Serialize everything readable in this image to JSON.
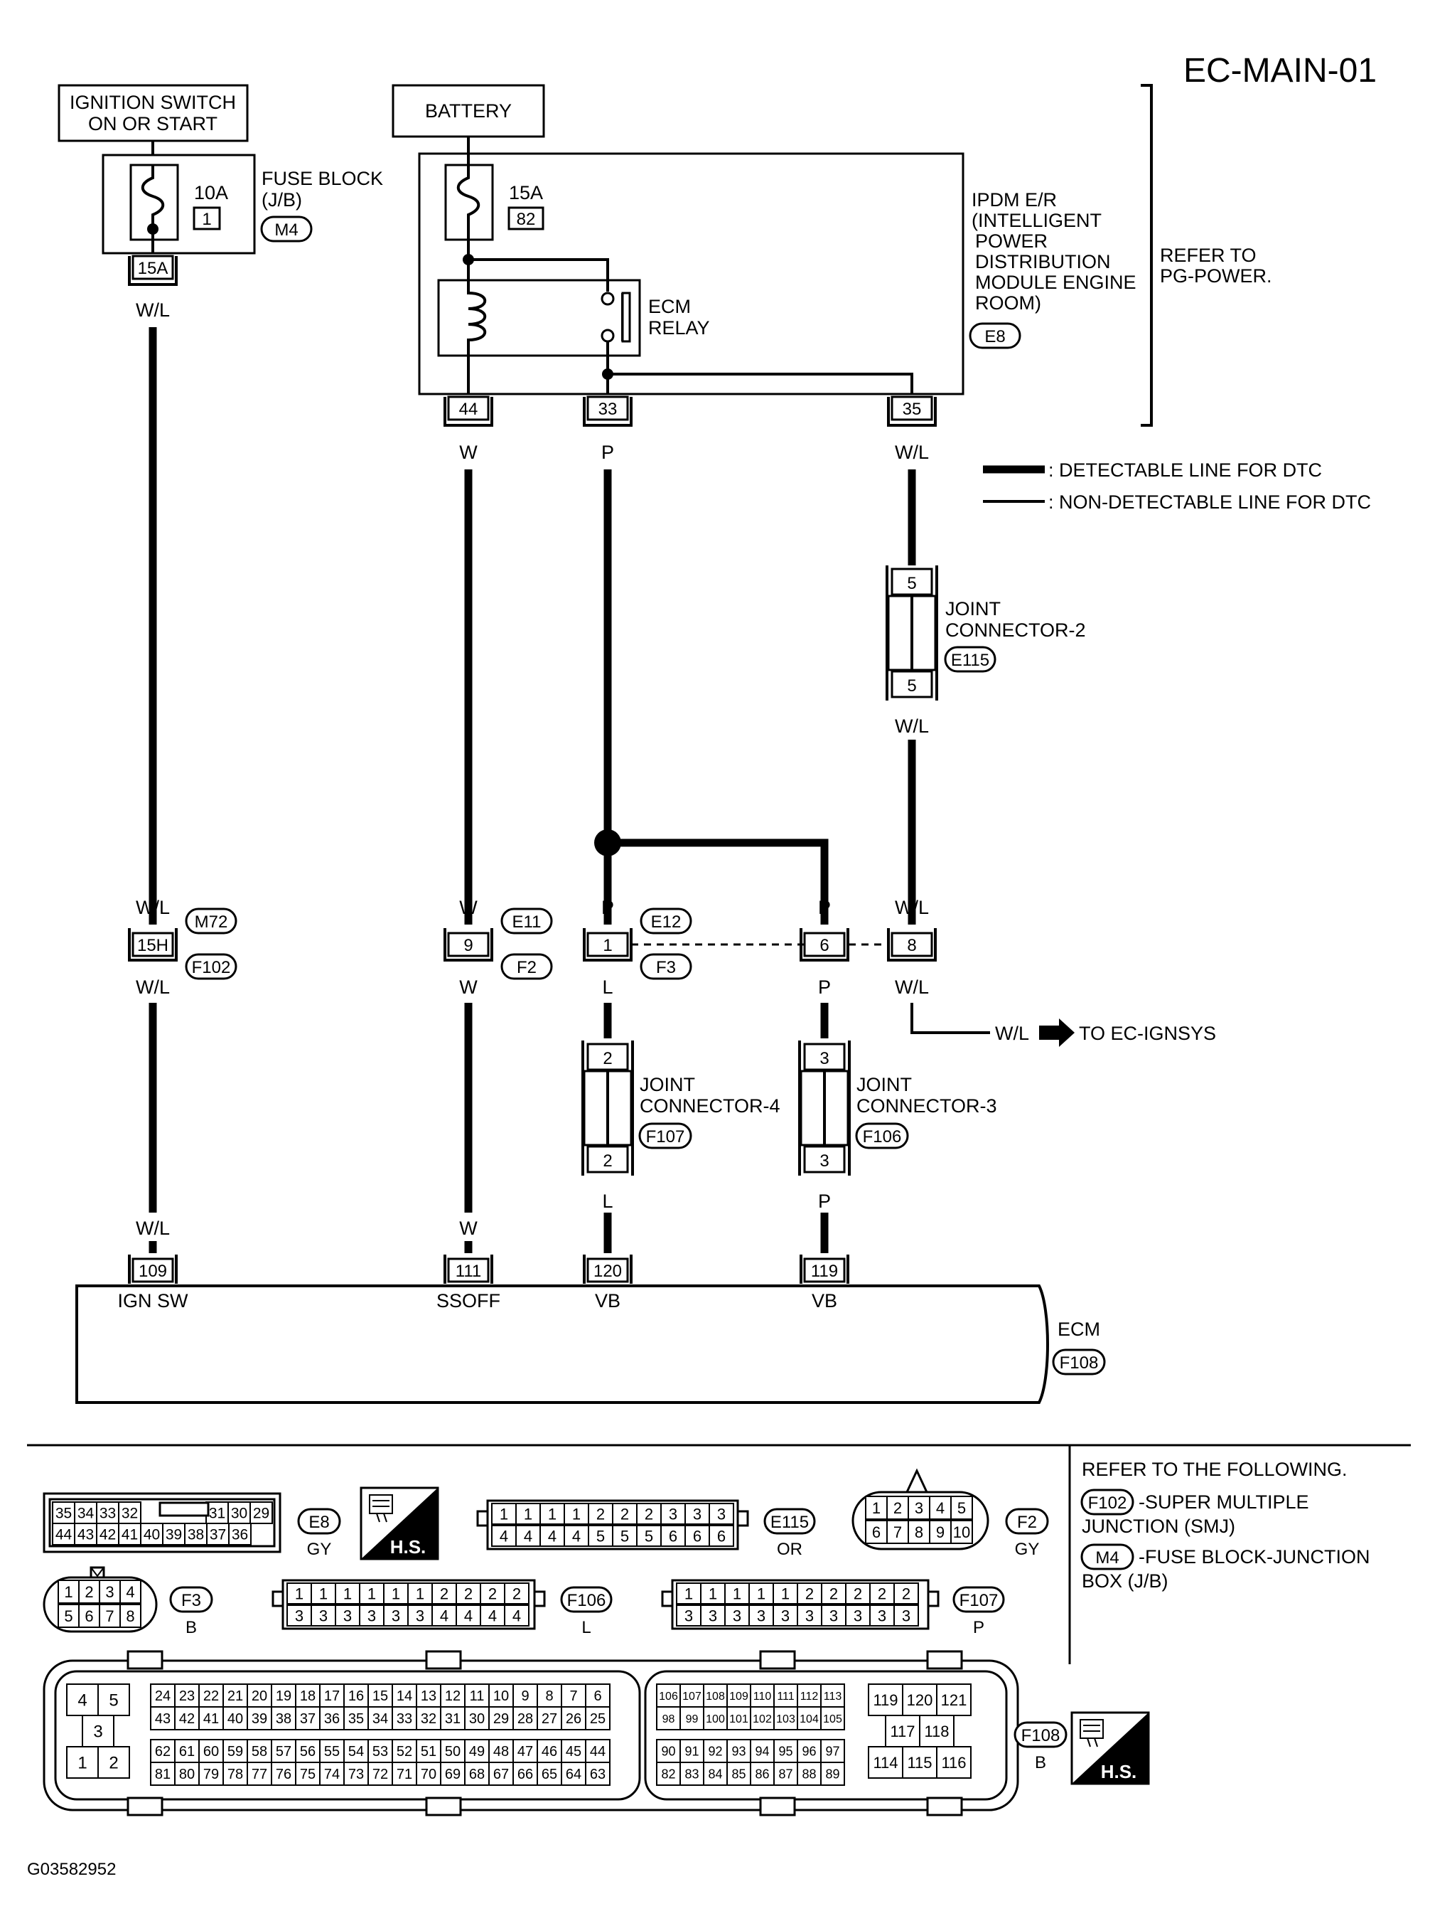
{
  "diagram_id": "EC-MAIN-01",
  "image_code": "G03582952",
  "sources": {
    "ignition": "IGNITION SWITCH ON OR START",
    "ignition_l1": "IGNITION SWITCH",
    "ignition_l2": "ON OR START",
    "battery": "BATTERY"
  },
  "fuse_block": {
    "label_l1": "FUSE BLOCK",
    "label_l2": "(J/B)",
    "connector": "M4",
    "fuse_rating": "10A",
    "fuse_number": "1",
    "terminal": "15A",
    "wire": "W/L"
  },
  "ipdm": {
    "label_lines": [
      "IPDM E/R",
      "(INTELLIGENT",
      "POWER",
      "DISTRIBUTION",
      "MODULE ENGINE",
      "ROOM)"
    ],
    "connector": "E8",
    "fuse_rating": "15A",
    "fuse_number": "82",
    "relay_l1": "ECM",
    "relay_l2": "RELAY",
    "terminals": [
      "44",
      "33",
      "35"
    ],
    "wires": [
      "W",
      "P",
      "W/L"
    ]
  },
  "refer_power": {
    "l1": "REFER TO",
    "l2": "PG-POWER."
  },
  "legend": {
    "detectable": ": DETECTABLE LINE FOR DTC",
    "non_detectable": ": NON-DETECTABLE LINE FOR DTC"
  },
  "joint2": {
    "label_l1": "JOINT",
    "label_l2": "CONNECTOR-2",
    "connector": "E115",
    "pin": "5",
    "wire": "W/L"
  },
  "joint4": {
    "label_l1": "JOINT",
    "label_l2": "CONNECTOR-4",
    "connector": "F107",
    "pin": "2",
    "wire": "L"
  },
  "joint3": {
    "label_l1": "JOINT",
    "label_l2": "CONNECTOR-3",
    "connector": "F106",
    "pin": "3",
    "wire": "P"
  },
  "inline": {
    "c1": {
      "pin": "15H",
      "upper": "M72",
      "lower": "F102",
      "wire_up": "W/L",
      "wire_down": "W/L"
    },
    "c2": {
      "pin": "9",
      "upper": "E11",
      "lower": "F2",
      "wire_up": "W",
      "wire_down": "W"
    },
    "c3": {
      "pin": "1",
      "upper": "E12",
      "lower": "F3",
      "wire_up": "P",
      "wire_down": "L"
    },
    "c4": {
      "pin": "6",
      "wire_up": "P",
      "wire_down": "P"
    },
    "c5": {
      "pin": "8",
      "wire_up": "W/L",
      "wire_down": "W/L"
    }
  },
  "to_ignsys": {
    "wire": "W/L",
    "text": "TO EC-IGNSYS"
  },
  "ecm": {
    "label": "ECM",
    "connector": "F108",
    "terminals": [
      {
        "pin": "109",
        "name": "IGN SW",
        "wire": "W/L"
      },
      {
        "pin": "111",
        "name": "SSOFF",
        "wire": "W"
      },
      {
        "pin": "120",
        "name": "VB",
        "wire": "L"
      },
      {
        "pin": "119",
        "name": "VB",
        "wire": "P"
      }
    ]
  },
  "refer_following": {
    "title": "REFER TO THE FOLLOWING.",
    "item1_code": "F102",
    "item1_l1": "-SUPER MULTIPLE",
    "item1_l2": "JUNCTION (SMJ)",
    "item2_code": "M4",
    "item2_l1": "-FUSE BLOCK-JUNCTION",
    "item2_l2": "BOX (J/B)"
  },
  "faces": {
    "e8": {
      "name": "E8",
      "color": "GY",
      "top": [
        "35",
        "34",
        "33",
        "32",
        "31",
        "30",
        "29"
      ],
      "bottom": [
        "44",
        "43",
        "42",
        "41",
        "40",
        "39",
        "38",
        "37",
        "36"
      ]
    },
    "e115": {
      "name": "E115",
      "color": "OR",
      "top": [
        "1",
        "1",
        "1",
        "1",
        "2",
        "2",
        "2",
        "3",
        "3",
        "3"
      ],
      "bottom": [
        "4",
        "4",
        "4",
        "4",
        "5",
        "5",
        "5",
        "6",
        "6",
        "6"
      ]
    },
    "f2": {
      "name": "F2",
      "color": "GY",
      "top": [
        "1",
        "2",
        "3",
        "4",
        "5"
      ],
      "bottom": [
        "6",
        "7",
        "8",
        "9",
        "10"
      ]
    },
    "f3": {
      "name": "F3",
      "color": "B",
      "top": [
        "1",
        "2",
        "3",
        "4"
      ],
      "bottom": [
        "5",
        "6",
        "7",
        "8"
      ]
    },
    "f106": {
      "name": "F106",
      "color": "L",
      "top": [
        "1",
        "1",
        "1",
        "1",
        "1",
        "1",
        "2",
        "2",
        "2",
        "2"
      ],
      "bottom": [
        "3",
        "3",
        "3",
        "3",
        "3",
        "3",
        "4",
        "4",
        "4",
        "4"
      ]
    },
    "f107": {
      "name": "F107",
      "color": "P",
      "top": [
        "1",
        "1",
        "1",
        "1",
        "1",
        "2",
        "2",
        "2",
        "2",
        "2"
      ],
      "bottom": [
        "3",
        "3",
        "3",
        "3",
        "3",
        "3",
        "3",
        "3",
        "3",
        "3"
      ]
    },
    "f108": {
      "name": "F108",
      "color": "B"
    }
  },
  "hs_label": "H.S."
}
